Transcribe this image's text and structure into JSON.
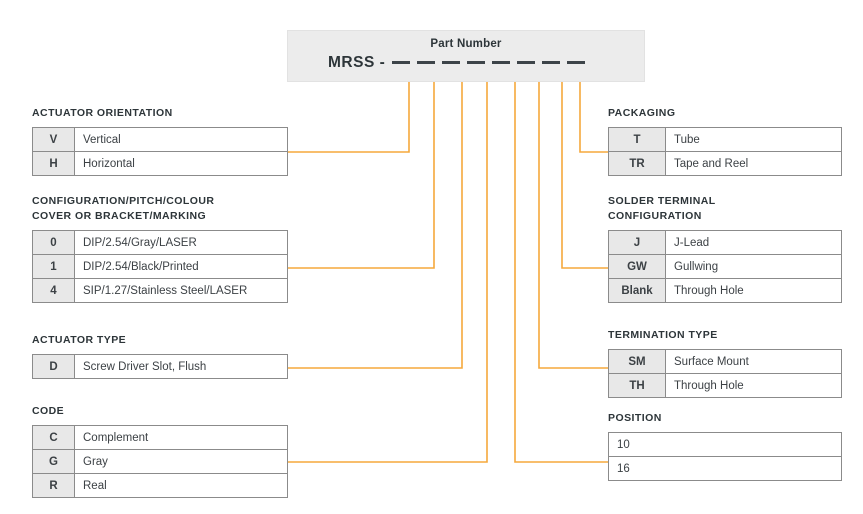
{
  "header": {
    "title": "Part Number",
    "prefix": "MRSS -",
    "blank_count": 8
  },
  "colors": {
    "connector": "#f5a83c",
    "code_cell_bg": "#e8e8e8",
    "header_bg": "#ececec",
    "text": "#3c4145",
    "border": "#8b8b8b"
  },
  "groups": {
    "actuator_orientation": {
      "title": "ACTUATOR ORIENTATION",
      "rows": [
        {
          "code": "V",
          "desc": "Vertical"
        },
        {
          "code": "H",
          "desc": "Horizontal"
        }
      ]
    },
    "configuration": {
      "title_line1": "CONFIGURATION/PITCH/COLOUR",
      "title_line2": "COVER OR BRACKET/MARKING",
      "rows": [
        {
          "code": "0",
          "desc": "DIP/2.54/Gray/LASER"
        },
        {
          "code": "1",
          "desc": "DIP/2.54/Black/Printed"
        },
        {
          "code": "4",
          "desc": "SIP/1.27/Stainless Steel/LASER"
        }
      ]
    },
    "actuator_type": {
      "title": "ACTUATOR TYPE",
      "rows": [
        {
          "code": "D",
          "desc": "Screw Driver Slot, Flush"
        }
      ]
    },
    "code": {
      "title": "CODE",
      "rows": [
        {
          "code": "C",
          "desc": "Complement"
        },
        {
          "code": "G",
          "desc": "Gray"
        },
        {
          "code": "R",
          "desc": "Real"
        }
      ]
    },
    "packaging": {
      "title": "PACKAGING",
      "rows": [
        {
          "code": "T",
          "desc": "Tube"
        },
        {
          "code": "TR",
          "desc": "Tape and Reel"
        }
      ]
    },
    "solder_terminal": {
      "title_line1": "SOLDER TERMINAL",
      "title_line2": "CONFIGURATION",
      "rows": [
        {
          "code": "J",
          "desc": "J-Lead"
        },
        {
          "code": "GW",
          "desc": "Gullwing"
        },
        {
          "code": "Blank",
          "desc": "Through Hole"
        }
      ]
    },
    "termination_type": {
      "title": "TERMINATION TYPE",
      "rows": [
        {
          "code": "SM",
          "desc": "Surface Mount"
        },
        {
          "code": "TH",
          "desc": "Through Hole"
        }
      ]
    },
    "position": {
      "title": "POSITION",
      "rows": [
        {
          "value": "10"
        },
        {
          "value": "16"
        }
      ]
    }
  }
}
